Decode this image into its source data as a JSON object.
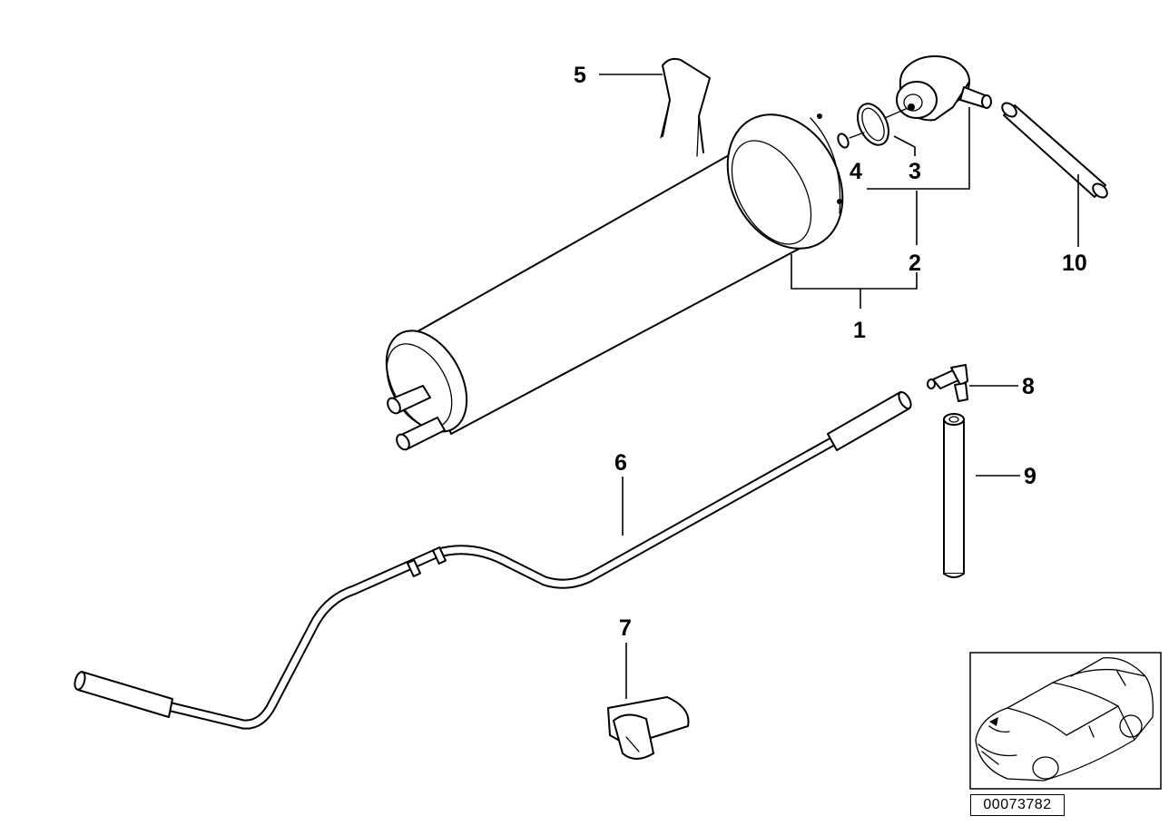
{
  "callouts": {
    "c1": "1",
    "c2": "2",
    "c3": "3",
    "c4": "4",
    "c5": "5",
    "c6": "6",
    "c7": "7",
    "c8": "8",
    "c9": "9",
    "c10": "10"
  },
  "reference_number": "00073782"
}
